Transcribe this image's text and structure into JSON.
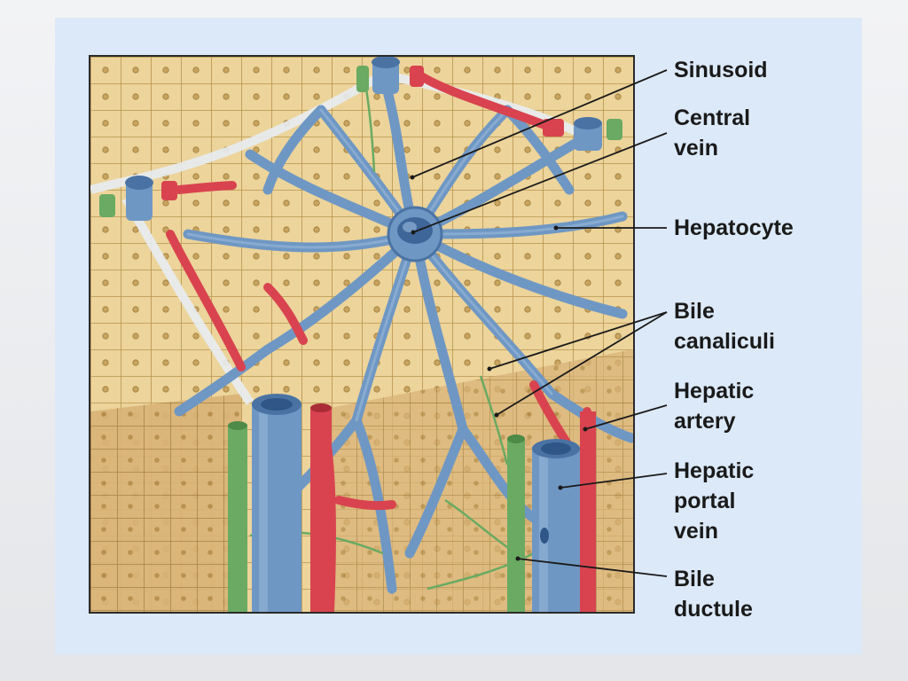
{
  "diagram": {
    "colors": {
      "background": "#dce9f8",
      "hepatocyte": "#e9cf95",
      "cell_border": "#b8944e",
      "sinusoid": "#6f97c4",
      "central_vein": "#6f97c4",
      "hepatic_artery": "#d9434f",
      "bile_ductule": "#6aaa63"
    },
    "labels": {
      "sinusoid": [
        "Sinusoid"
      ],
      "central_vein": [
        "Central",
        "vein"
      ],
      "hepatocyte": [
        "Hepatocyte"
      ],
      "bile_canaliculi": [
        "Bile",
        "canaliculi"
      ],
      "hepatic_artery": [
        "Hepatic",
        "artery"
      ],
      "hepatic_portal_vein": [
        "Hepatic",
        "portal",
        "vein"
      ],
      "bile_ductule": [
        "Bile",
        "ductule"
      ]
    }
  }
}
